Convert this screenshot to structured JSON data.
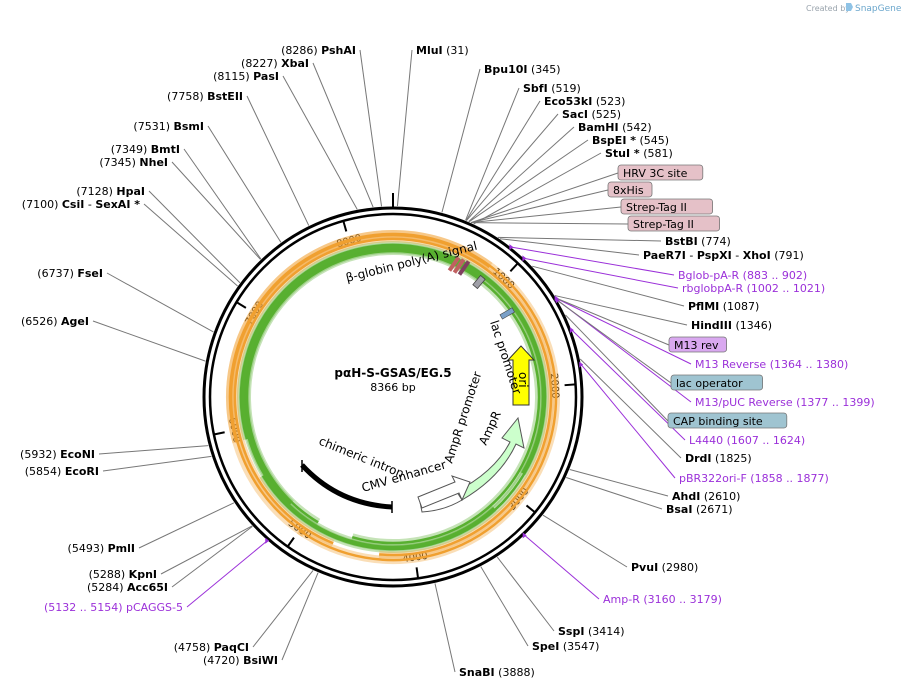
{
  "brand": {
    "created_by": "Created by",
    "name": "SnapGene"
  },
  "plasmid": {
    "name": "pαH-S-GSAS/EG.5",
    "length_text": "8366 bp"
  },
  "ticks": [
    "1000",
    "2000",
    "3000",
    "4000",
    "5000",
    "6000",
    "7000",
    "8000"
  ],
  "sites": [
    {
      "id": "mlui",
      "name": "MluI",
      "pos": "(31)"
    },
    {
      "id": "bpu10i",
      "name": "Bpu10I",
      "pos": "(345)"
    },
    {
      "id": "sbfi",
      "name": "SbfI",
      "pos": "(519)"
    },
    {
      "id": "eco53ki",
      "name": "Eco53kI",
      "pos": "(523)"
    },
    {
      "id": "saci",
      "name": "SacI",
      "pos": "(525)"
    },
    {
      "id": "bamhi",
      "name": "BamHI",
      "pos": "(542)"
    },
    {
      "id": "bspei",
      "name": "BspEI *",
      "pos": "(545)"
    },
    {
      "id": "stui",
      "name": "StuI *",
      "pos": "(581)"
    },
    {
      "id": "bstbi",
      "name": "BstBI",
      "pos": "(774)"
    },
    {
      "id": "paer7i",
      "name": "PaeR7I",
      "sep1": "-",
      "name2": "PspXI",
      "sep2": "-",
      "name3": "XhoI",
      "pos": "(791)"
    },
    {
      "id": "pflmi",
      "name": "PflMI",
      "pos": "(1087)"
    },
    {
      "id": "hindiii",
      "name": "HindIII",
      "pos": "(1346)"
    },
    {
      "id": "drdi",
      "name": "DrdI",
      "pos": "(1825)"
    },
    {
      "id": "ahdi",
      "name": "AhdI",
      "pos": "(2610)"
    },
    {
      "id": "bsai",
      "name": "BsaI",
      "pos": "(2671)"
    },
    {
      "id": "pvui",
      "name": "PvuI",
      "pos": "(2980)"
    },
    {
      "id": "sspi",
      "name": "SspI",
      "pos": "(3414)"
    },
    {
      "id": "spei",
      "name": "SpeI",
      "pos": "(3547)"
    },
    {
      "id": "snabi",
      "name": "SnaBI",
      "pos": "(3888)"
    },
    {
      "id": "pshai",
      "name": "PshAI",
      "pos": "(8286)"
    },
    {
      "id": "xbai",
      "name": "XbaI",
      "pos": "(8227)"
    },
    {
      "id": "pasi",
      "name": "PasI",
      "pos": "(8115)"
    },
    {
      "id": "bsteii",
      "name": "BstEII",
      "pos": "(7758)"
    },
    {
      "id": "bsmi",
      "name": "BsmI",
      "pos": "(7531)"
    },
    {
      "id": "bmti",
      "name": "BmtI",
      "pos": "(7349)"
    },
    {
      "id": "nhei",
      "name": "NheI",
      "pos": "(7345)"
    },
    {
      "id": "hpai",
      "name": "HpaI",
      "pos": "(7128)"
    },
    {
      "id": "csii",
      "name": "CsiI",
      "sep1": "-",
      "name2": "SexAI *",
      "pos": "(7100)"
    },
    {
      "id": "fsei",
      "name": "FseI",
      "pos": "(6737)"
    },
    {
      "id": "agei",
      "name": "AgeI",
      "pos": "(6526)"
    },
    {
      "id": "ecoNI",
      "name": "EcoNI",
      "pos": "(5932)"
    },
    {
      "id": "ecori",
      "name": "EcoRI",
      "pos": "(5854)"
    },
    {
      "id": "pmli",
      "name": "PmlI",
      "pos": "(5493)"
    },
    {
      "id": "kpni",
      "name": "KpnI",
      "pos": "(5288)"
    },
    {
      "id": "acc65i",
      "name": "Acc65I",
      "pos": "(5284)"
    },
    {
      "id": "paqci",
      "name": "PaqCI",
      "pos": "(4758)"
    },
    {
      "id": "bsiwi",
      "name": "BsiWI",
      "pos": "(4720)"
    }
  ],
  "primers": [
    {
      "id": "bglob",
      "name": "Bglob-pA-R",
      "range": "(883 .. 902)"
    },
    {
      "id": "rbglob",
      "name": "rbglobpA-R",
      "range": "(1002 .. 1021)"
    },
    {
      "id": "m13rev",
      "name": "M13 Reverse",
      "range": "(1364 .. 1380)"
    },
    {
      "id": "m13puc",
      "name": "M13/pUC Reverse",
      "range": "(1377 .. 1399)"
    },
    {
      "id": "l4440",
      "name": "L4440",
      "range": "(1607 .. 1624)"
    },
    {
      "id": "pbr322",
      "name": "pBR322ori-F",
      "range": "(1858 .. 1877)"
    },
    {
      "id": "ampr",
      "name": "Amp-R",
      "range": "(3160 .. 3179)"
    },
    {
      "id": "pcaggs",
      "name": "pCAGGS-5",
      "range": "(5132 .. 5154)"
    }
  ],
  "boxed_features": [
    {
      "id": "hrv3c",
      "name": "HRV 3C site",
      "color": "#e5c1c8"
    },
    {
      "id": "his8",
      "name": "8xHis",
      "color": "#e5c1c8"
    },
    {
      "id": "strep1",
      "name": "Strep-Tag II",
      "color": "#e5c1c8"
    },
    {
      "id": "strep2",
      "name": "Strep-Tag II",
      "color": "#e5c1c8"
    },
    {
      "id": "m13revbox",
      "name": "M13 rev",
      "color": "#d9a8f0"
    },
    {
      "id": "lacop",
      "name": "lac operator",
      "color": "#9fc4d1"
    },
    {
      "id": "cap",
      "name": "CAP binding site",
      "color": "#9fc4d1"
    }
  ],
  "inner_features": {
    "betaglobin": "β-globin poly(A) signal",
    "lacpromoter": "lac promoter",
    "ori": "ori",
    "amprpromoter": "AmpR promoter",
    "ampr": "AmpR",
    "cmv": "CMV enhancer",
    "chimeric": "chimeric intron"
  },
  "colors": {
    "primer": "#9b30d9",
    "orf_orange": "#f0a030",
    "orf_green": "#58b030",
    "ori_yellow": "#ffff00",
    "ampr_green": "#ccffcc"
  }
}
